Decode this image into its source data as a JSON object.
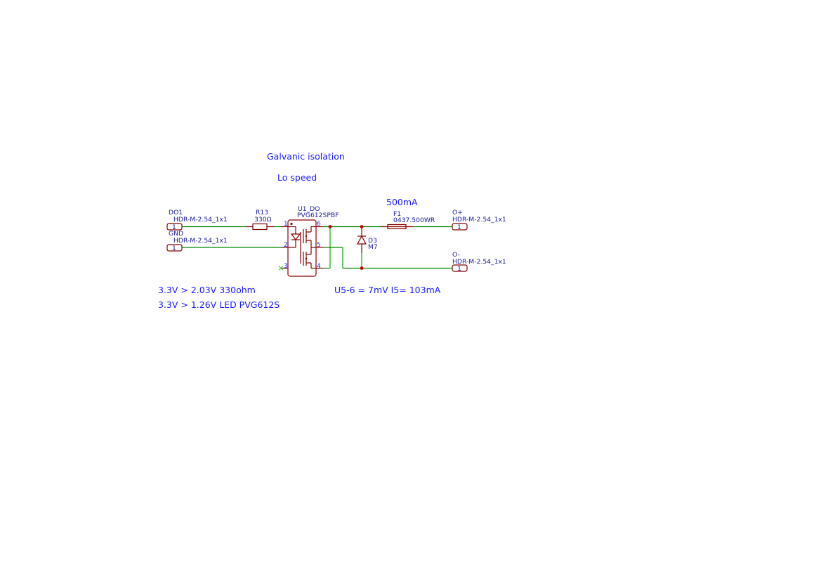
{
  "notes": {
    "title": "Galvanic isolation",
    "subtitle": "Lo speed",
    "current_rating": "500mA",
    "calc_line_1": "3.3V > 2.03V 330ohm",
    "calc_line_2": "3.3V > 1.26V LED PVG612S",
    "calc_line_3": "U5-6 = 7mV I5= 103mA"
  },
  "components": {
    "do1": {
      "ref": "DO1",
      "value": "HDR-M-2.54_1x1",
      "pin": "1"
    },
    "gnd": {
      "ref": "GND",
      "value": "HDR-M-2.54_1x1",
      "pin": "1"
    },
    "r13": {
      "ref": "R13",
      "value": "330Ω"
    },
    "u1": {
      "ref": "U1_DO",
      "value": "PVG612SPBF",
      "pins": [
        "1",
        "2",
        "3",
        "4",
        "5",
        "6"
      ]
    },
    "f1": {
      "ref": "F1",
      "value": "0437.500WR"
    },
    "d3": {
      "ref": "D3",
      "value": "M7"
    },
    "o_plus": {
      "ref": "O+",
      "value": "HDR-M-2.54_1x1",
      "pin": "1"
    },
    "o_minus": {
      "ref": "O-",
      "value": "HDR-M-2.54_1x1",
      "pin": "1"
    }
  },
  "colors": {
    "wire": "#008400",
    "component": "#840000",
    "text": "#1a1aff",
    "junction": "#c80000",
    "no_connect": "#48c048"
  }
}
